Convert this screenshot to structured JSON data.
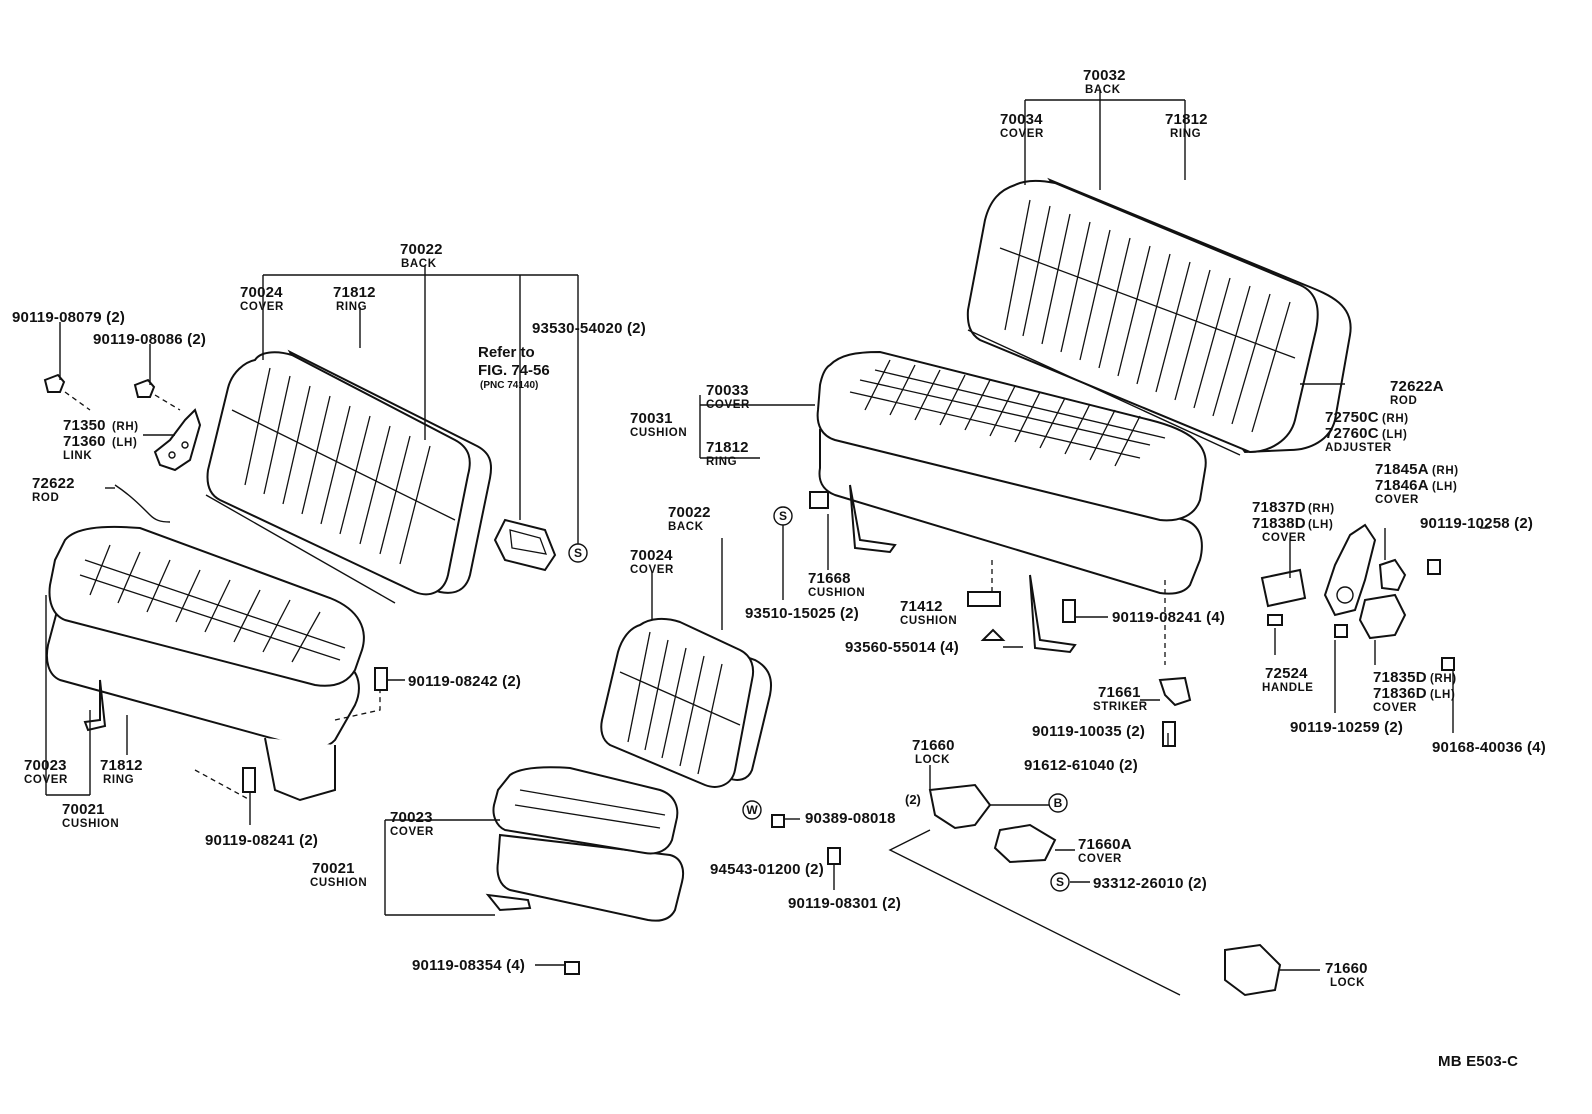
{
  "labels": {
    "back_70032": {
      "num": "70032",
      "sub": "BACK"
    },
    "cover_70034": {
      "num": "70034",
      "sub": "COVER"
    },
    "ring_71812_top": {
      "num": "71812",
      "sub": "RING"
    },
    "back_70022_left": {
      "num": "70022",
      "sub": "BACK"
    },
    "cover_70024_left": {
      "num": "70024",
      "sub": "COVER"
    },
    "ring_71812_left": {
      "num": "71812",
      "sub": "RING"
    },
    "bolt_90119_08079": {
      "num": "90119-08079 (2)"
    },
    "bolt_90119_08086": {
      "num": "90119-08086 (2)"
    },
    "link_71350": {
      "num": "71350",
      "qual": "(RH)"
    },
    "link_71360": {
      "num": "71360",
      "qual": "(LH)",
      "sub": "LINK"
    },
    "rod_72622_left": {
      "num": "72622",
      "sub": "ROD"
    },
    "refer_to": {
      "line1": "Refer to",
      "line2": "FIG. 74-56",
      "line3": "(PNC 74140)"
    },
    "part_93530_54020": {
      "num": "93530-54020 (2)"
    },
    "cover_70033": {
      "num": "70033",
      "sub": "COVER"
    },
    "cushion_70031": {
      "num": "70031",
      "sub": "CUSHION"
    },
    "ring_71812_mid": {
      "num": "71812",
      "sub": "RING"
    },
    "rod_72622a": {
      "num": "72622A",
      "sub": "ROD"
    },
    "adjuster_72750c": {
      "num": "72750C",
      "qual": "(RH)"
    },
    "adjuster_72760c": {
      "num": "72760C",
      "qual": "(LH)",
      "sub": "ADJUSTER"
    },
    "cover_71845a": {
      "num": "71845A",
      "qual": "(RH)"
    },
    "cover_71846a": {
      "num": "71846A",
      "qual": "(LH)",
      "sub": "COVER"
    },
    "cover_71837d": {
      "num": "71837D",
      "qual": "(RH)"
    },
    "cover_71838d": {
      "num": "71838D",
      "qual": "(LH)",
      "sub": "COVER"
    },
    "bolt_90119_10258": {
      "num": "90119-10258 (2)"
    },
    "back_70022_center": {
      "num": "70022",
      "sub": "BACK"
    },
    "cover_70024_center": {
      "num": "70024",
      "sub": "COVER"
    },
    "cushion_71668": {
      "num": "71668",
      "sub": "CUSHION"
    },
    "part_93510_15025": {
      "num": "93510-15025 (2)"
    },
    "cushion_71412": {
      "num": "71412",
      "sub": "CUSHION"
    },
    "bolt_90119_08241_right": {
      "num": "90119-08241 (4)"
    },
    "part_93560_55014": {
      "num": "93560-55014 (4)"
    },
    "handle_72524": {
      "num": "72524",
      "sub": "HANDLE"
    },
    "cover_71835d": {
      "num": "71835D",
      "qual": "(RH)"
    },
    "cover_71836d": {
      "num": "71836D",
      "qual": "(LH)",
      "sub": "COVER"
    },
    "striker_71661": {
      "num": "71661",
      "sub": "STRIKER"
    },
    "bolt_90119_10035": {
      "num": "90119-10035 (2)"
    },
    "bolt_90119_10259": {
      "num": "90119-10259 (2)"
    },
    "washer_90168_40036": {
      "num": "90168-40036 (4)"
    },
    "bolt_90119_08242": {
      "num": "90119-08242 (2)"
    },
    "cover_70023_left": {
      "num": "70023",
      "sub": "COVER"
    },
    "ring_71812_bottom": {
      "num": "71812",
      "sub": "RING"
    },
    "cushion_70021_left": {
      "num": "70021",
      "sub": "CUSHION"
    },
    "bolt_90119_08241_left": {
      "num": "90119-08241 (2)"
    },
    "cover_70023_center": {
      "num": "70023",
      "sub": "COVER"
    },
    "cushion_70021_center": {
      "num": "70021",
      "sub": "CUSHION"
    },
    "lock_71660_top": {
      "num": "71660",
      "sub": "LOCK"
    },
    "qty_2_lock": {
      "num": "(2)"
    },
    "part_91612_61040": {
      "num": "91612-61040 (2)"
    },
    "nut_90389_08018": {
      "num": "90389-08018"
    },
    "part_94543_01200": {
      "num": "94543-01200 (2)"
    },
    "bolt_90119_08301": {
      "num": "90119-08301 (2)"
    },
    "cover_71660a": {
      "num": "71660A",
      "sub": "COVER"
    },
    "part_93312_26010": {
      "num": "93312-26010 (2)"
    },
    "bolt_90119_08354": {
      "num": "90119-08354 (4)"
    },
    "lock_71660_bottom": {
      "num": "71660",
      "sub": "LOCK"
    }
  },
  "symbols": {
    "s": "S",
    "w": "W",
    "b": "B"
  },
  "footer": {
    "code": "MB  E503-C"
  }
}
